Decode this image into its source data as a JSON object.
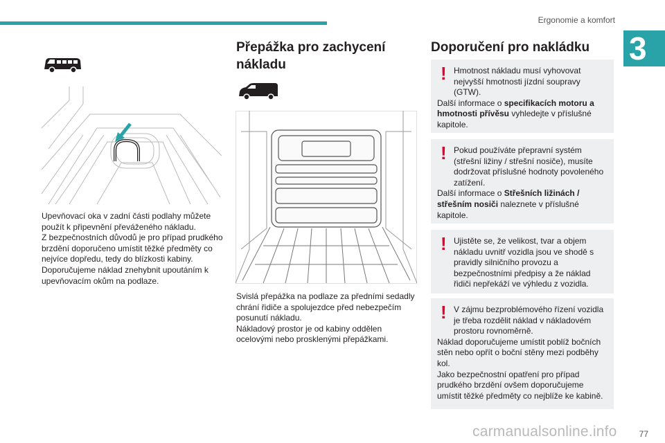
{
  "header": {
    "title": "Ergonomie a komfort",
    "chapter": "3"
  },
  "page_number": "77",
  "watermark": "carmanualsonline.info",
  "column1": {
    "paragraphs": [
      "Upevňovací oka v zadní části podlahy můžete použít k připevnění převáženého nákladu.",
      "Z bezpečnostních důvodů je pro případ prudkého brzdění doporučeno umístit těžké předměty co nejvíce dopředu, tedy do blízkosti kabiny.",
      "Doporučujeme náklad znehybnit upoutáním k upevňovacím okům na podlaze."
    ]
  },
  "column2": {
    "title": "Přepážka pro zachycení nákladu",
    "paragraphs": [
      "Svislá přepážka na podlaze za předními sedadly chrání řidiče a spolujezdce před nebezpečím posunutí nákladu.",
      "Nákladový prostor je od kabiny oddělen ocelovými nebo prosklenými přepážkami."
    ]
  },
  "column3": {
    "title": "Doporučení pro nakládku",
    "warnings": [
      {
        "first": "Hmotnost nákladu musí vyhovovat nejvyšší hmotnosti jízdní soupravy (GTW).",
        "second_pre": "Další informace o ",
        "second_bold": "specifikacích motoru a hmotnosti přívěsu",
        "second_post": " vyhledejte v příslušné kapitole."
      },
      {
        "first": "Pokud používáte přepravní systém (střešní ližiny / střešní nosiče), musíte dodržovat příslušné hodnoty povoleného zatížení.",
        "second_pre": "Další informace o ",
        "second_bold": "Střešních ližinách / střešním nosiči",
        "second_post": " naleznete v příslušné kapitole."
      },
      {
        "first": "Ujistěte se, že velikost, tvar a objem nákladu uvnitř vozidla jsou ve shodě s pravidly silničního provozu a bezpečnostními předpisy a že náklad řidiči nepřekáží ve výhledu z vozidla."
      },
      {
        "first": "V zájmu bezproblémového řízení vozidla je třeba rozdělit náklad v nákladovém prostoru rovnoměrně.",
        "extra": [
          "Náklad doporučujeme umístit poblíž bočních stěn nebo opřít o boční stěny mezi podběhy kol.",
          "Jako bezpečnostní opatření pro případ prudkého brzdění ovšem doporučujeme umístit těžké předměty co nejblíže ke kabině."
        ]
      }
    ]
  },
  "icons": [
    "van-passenger-icon",
    "van-cargo-icon",
    "warning-icon",
    "floor-anchor-illustration",
    "cargo-bulkhead-illustration"
  ],
  "colors": {
    "accent": "#2aa3a8",
    "warning": "#e4032e",
    "box": "#eeeff0"
  }
}
